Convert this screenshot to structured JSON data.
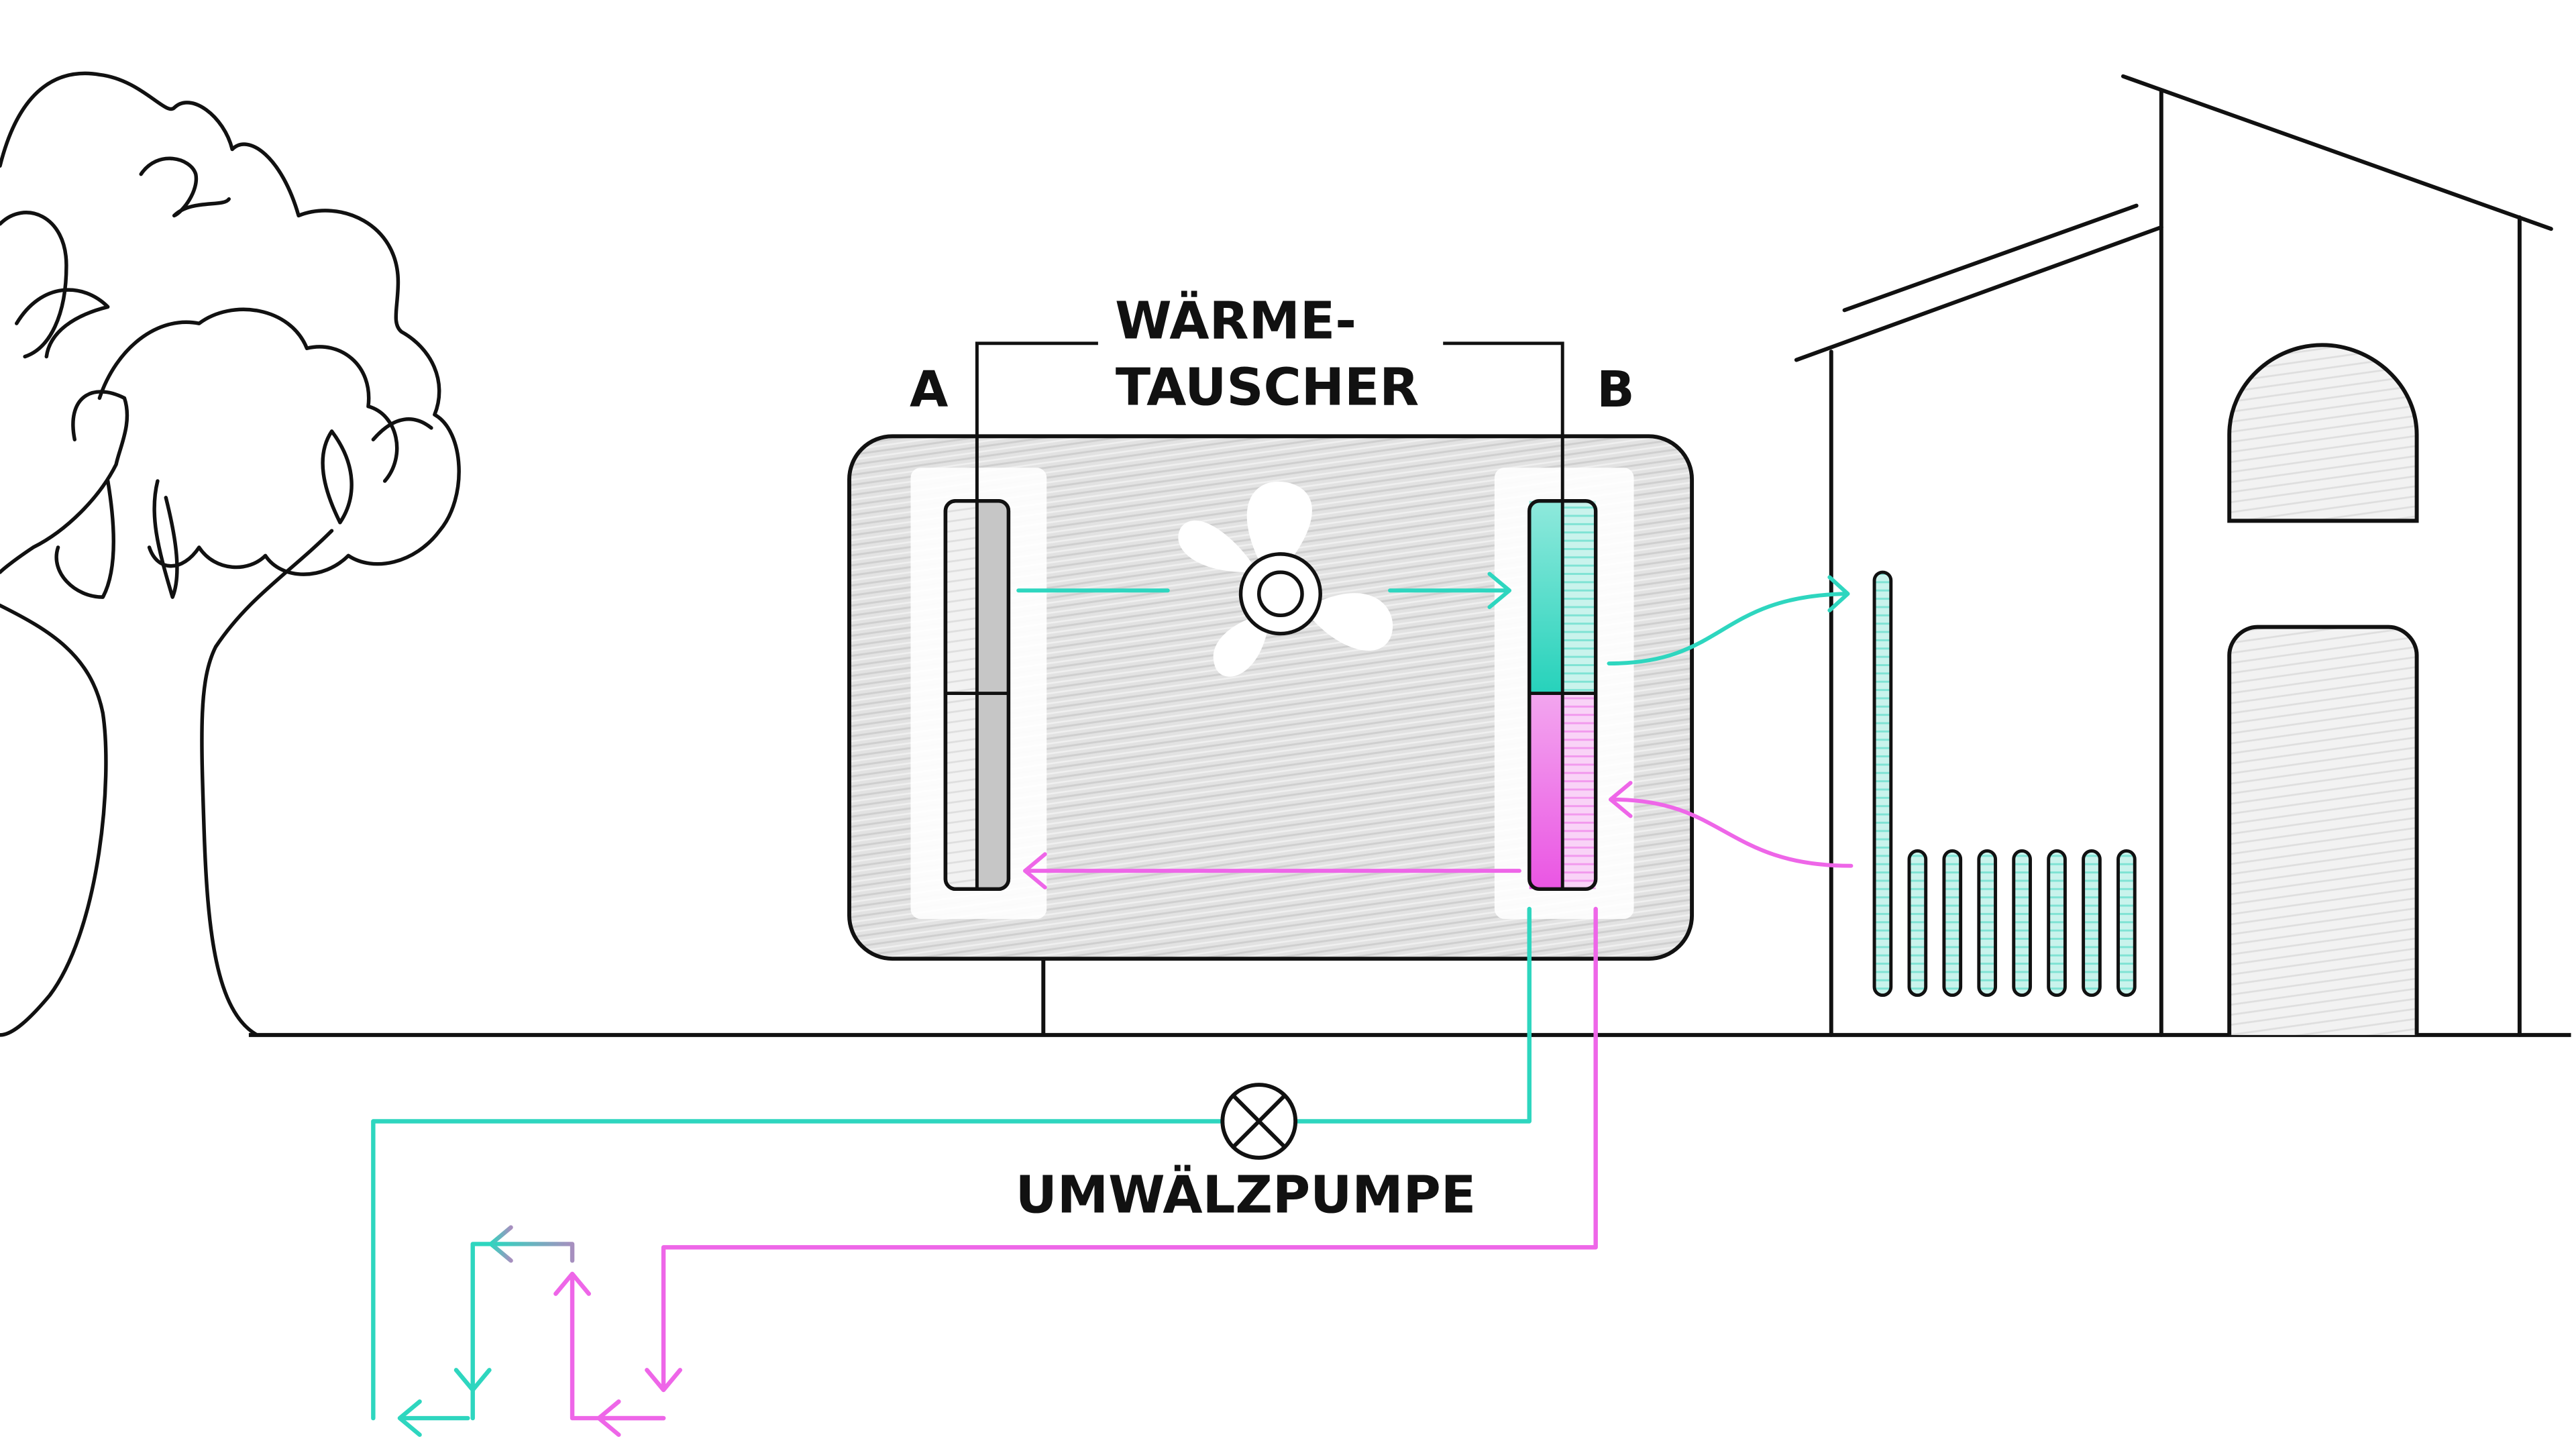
{
  "labels": {
    "heat_exchanger_line1": "WÄRME-",
    "heat_exchanger_line2": "TAUSCHER",
    "side_a": "A",
    "side_b": "B",
    "pump": "UMWÄLZPUMPE"
  },
  "colors": {
    "outline": "#111111",
    "cold": "#2ed6bf",
    "warm": "#ee66e8",
    "unit_fill": "#dcdcdc",
    "panel_grey": "#c9c9c9"
  },
  "icons": {
    "fan": "fan-icon",
    "pump": "pump-symbol-icon"
  }
}
